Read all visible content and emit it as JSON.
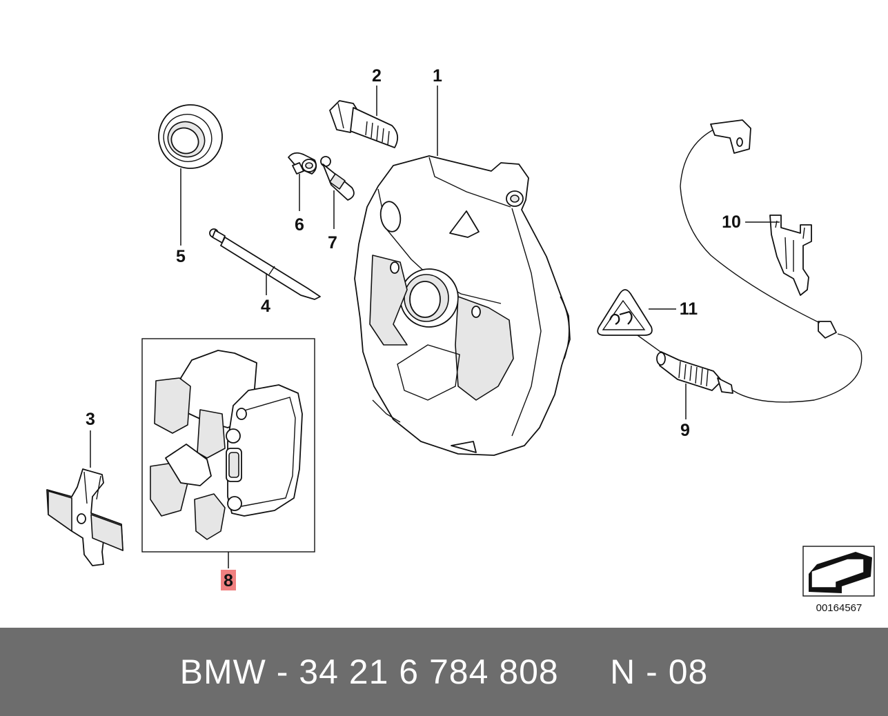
{
  "callouts": [
    {
      "id": "1",
      "label": "1"
    },
    {
      "id": "2",
      "label": "2"
    },
    {
      "id": "3",
      "label": "3"
    },
    {
      "id": "4",
      "label": "4"
    },
    {
      "id": "5",
      "label": "5"
    },
    {
      "id": "6",
      "label": "6"
    },
    {
      "id": "7",
      "label": "7"
    },
    {
      "id": "8",
      "label": "8",
      "highlighted": true
    },
    {
      "id": "9",
      "label": "9"
    },
    {
      "id": "10",
      "label": "10"
    },
    {
      "id": "11",
      "label": "11"
    }
  ],
  "highlight_color": "#f08080",
  "diagram_id": "00164567",
  "footer": {
    "text": "BMW - 34 21 6 784 808     N - 08",
    "background": "#6d6d6d",
    "color": "#ffffff"
  }
}
